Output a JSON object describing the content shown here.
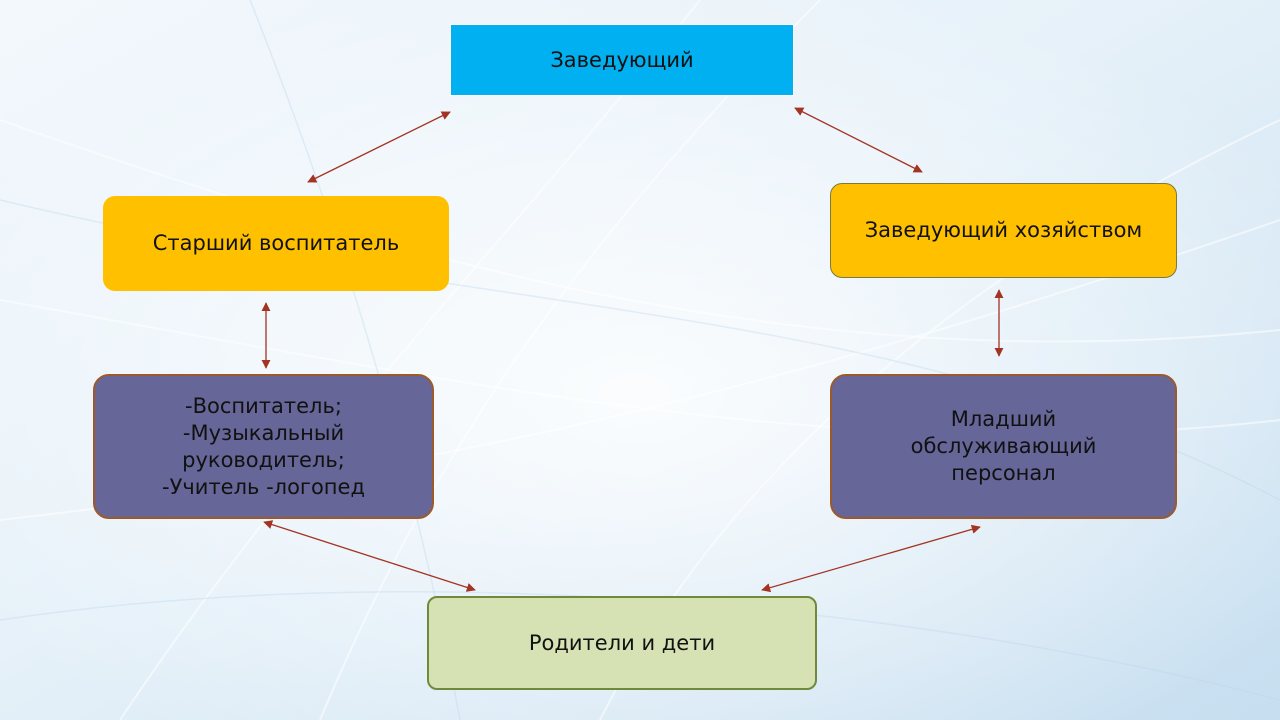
{
  "colors": {
    "head_fill": "#00b0f0",
    "mid_fill": "#ffc000",
    "staff_fill": "#666699",
    "bottom_fill": "#d6e2b4",
    "arrow": "#a33322"
  },
  "nodes": {
    "head": "Заведующий",
    "senior_educator": "Старший воспитатель",
    "supply_manager": "Заведующий хозяйством",
    "teaching_staff": "-Воспитатель;\n-Музыкальный руководитель;\n-Учитель -логопед",
    "junior_staff": "Младший обслуживающий персонал",
    "parents_children": "Родители и дети"
  }
}
